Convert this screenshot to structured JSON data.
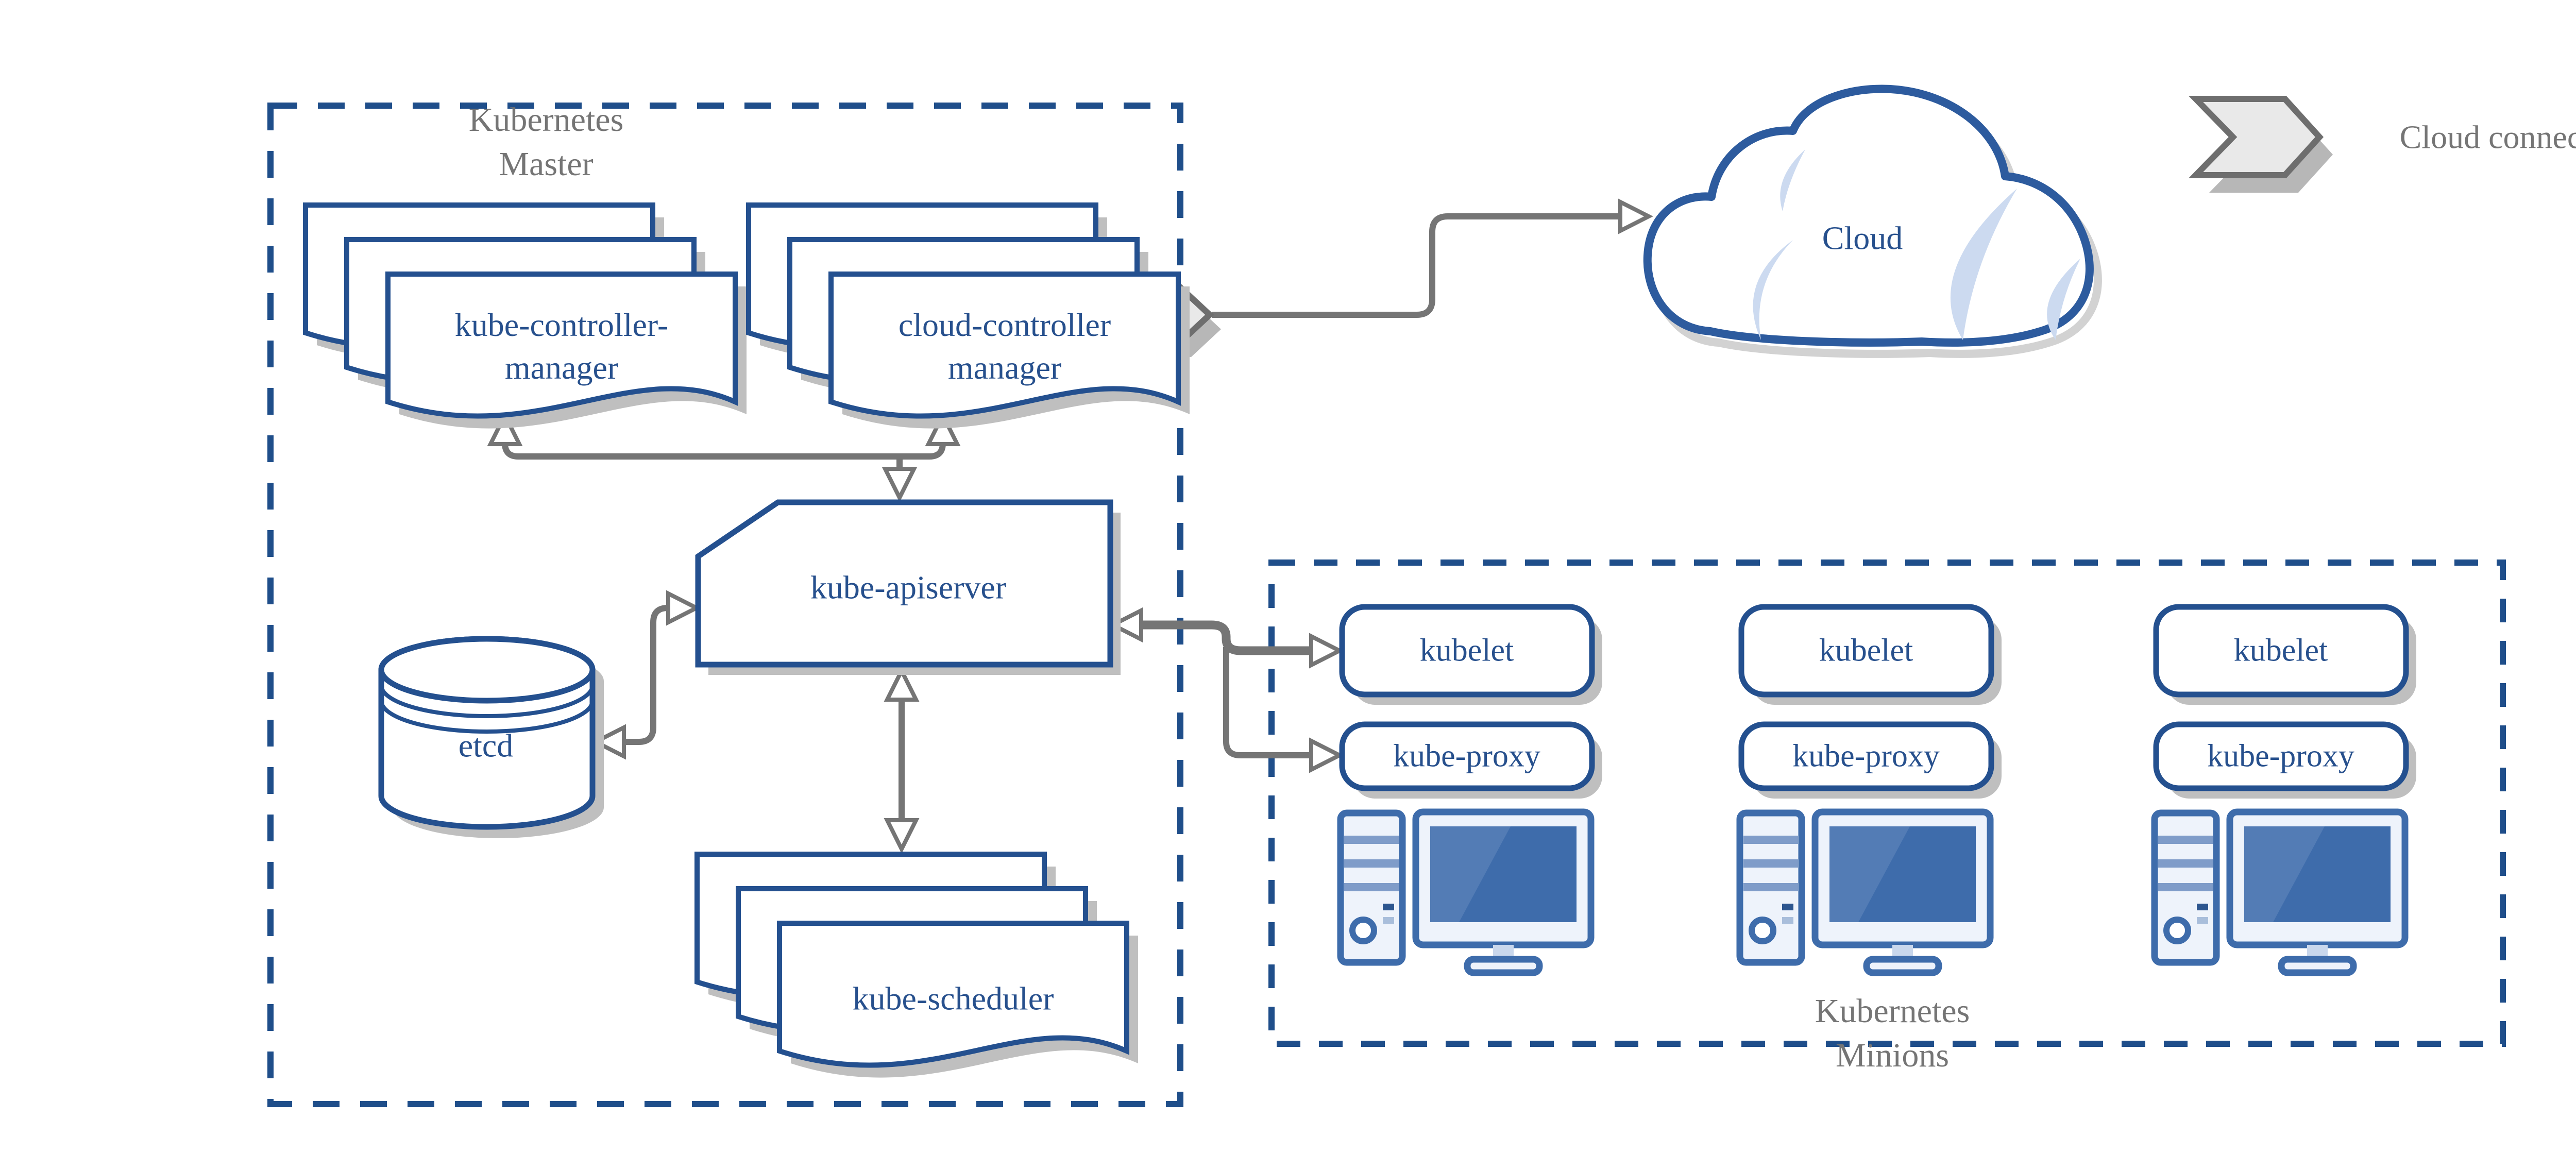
{
  "master": {
    "label": [
      "Kubernetes",
      "Master"
    ],
    "nodes": {
      "kube_controller_manager": [
        "kube-controller-",
        "manager"
      ],
      "cloud_controller_manager": [
        "cloud-controller",
        "manager"
      ],
      "kube_apiserver": "kube-apiserver",
      "etcd": "etcd",
      "kube_scheduler": "kube-scheduler"
    }
  },
  "minions": {
    "label": [
      "Kubernetes",
      "Minions"
    ],
    "nodes": [
      {
        "kubelet": "kubelet",
        "kube_proxy": "kube-proxy"
      },
      {
        "kubelet": "kubelet",
        "kube_proxy": "kube-proxy"
      },
      {
        "kubelet": "kubelet",
        "kube_proxy": "kube-proxy"
      }
    ]
  },
  "cloud": {
    "label": "Cloud"
  },
  "legend": {
    "label": "Cloud connector"
  },
  "colors": {
    "node_border_blue": "#24508f",
    "node_text_blue": "#27508d",
    "dashed_border_blue": "#1f4e8a",
    "label_gray": "#757575",
    "arrow_gray": "#757575",
    "shadow_gray": "#bfbfbf",
    "computer_icon_blue": "#3e6cab",
    "computer_icon_light": "#eef3fb",
    "chevron_fill": "#e9e9e9",
    "chevron_border": "#6e6e6e",
    "cloud_border_blue": "#2d5b9e",
    "cloud_highlight": "#ccdaf0"
  }
}
